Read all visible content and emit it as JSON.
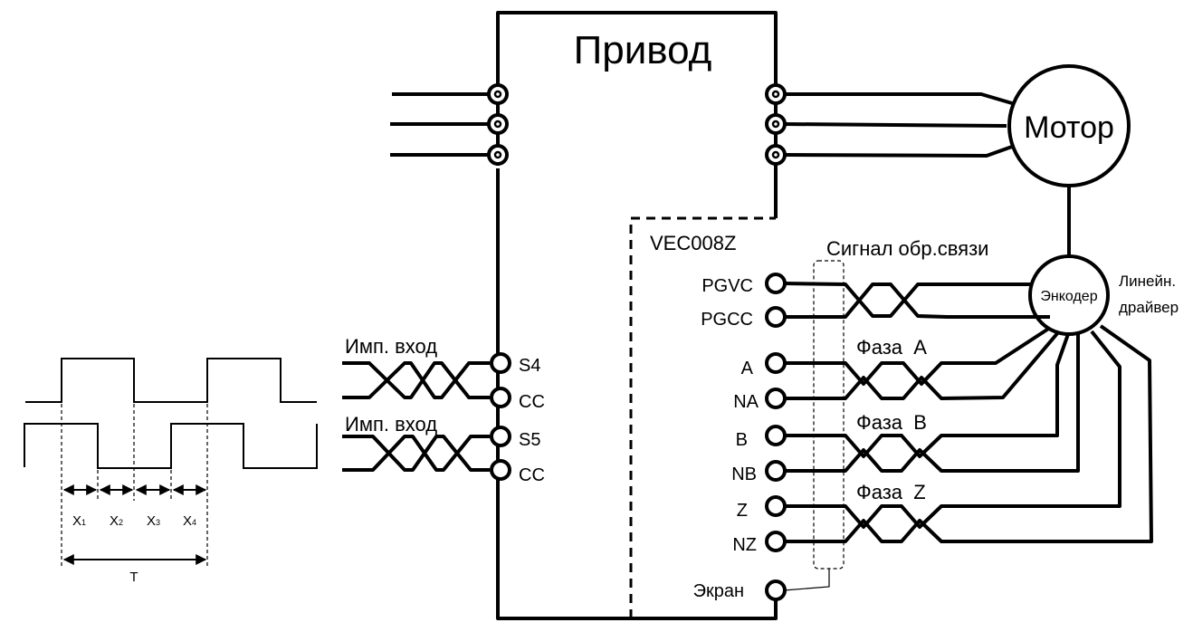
{
  "drive": {
    "title": "Привод"
  },
  "motor": {
    "label": "Мотор"
  },
  "encoder": {
    "label": "Энкодер",
    "driver_label_1": "Линейн.",
    "driver_label_2": "драйвер"
  },
  "option_card": {
    "label": "VEC008Z"
  },
  "feedback": {
    "label": "Сигнал обр.связи"
  },
  "right_terminals": [
    "PGVC",
    "PGCC",
    "A",
    "NA",
    "B",
    "NB",
    "Z",
    "NZ",
    "Экран"
  ],
  "phases": [
    "Фаза  A",
    "Фаза  B",
    "Фаза  Z"
  ],
  "pulse_inputs": [
    {
      "label": "Имп. вход",
      "terminals": [
        "S4",
        "CC"
      ]
    },
    {
      "label": "Имп. вход",
      "terminals": [
        "S5",
        "CC"
      ]
    }
  ],
  "timing": {
    "intervals": [
      {
        "main": "X",
        "sub": "1"
      },
      {
        "main": "X",
        "sub": "2"
      },
      {
        "main": "X",
        "sub": "3"
      },
      {
        "main": "X",
        "sub": "4"
      }
    ],
    "period": "T"
  }
}
